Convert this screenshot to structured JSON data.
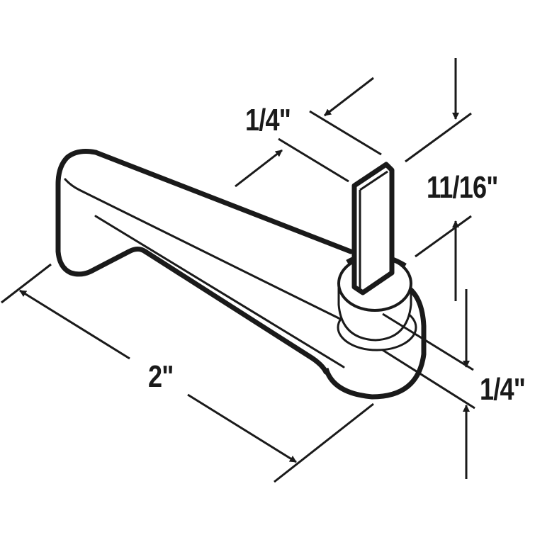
{
  "drawing": {
    "subject": "window crank handle / lever with square spline stem",
    "line_color": "#1a1a1a",
    "background": "#ffffff"
  },
  "dimensions": {
    "stem_width": {
      "label": "1/4\""
    },
    "stem_height": {
      "label": "11/16\""
    },
    "hub_height": {
      "label": "1/4\""
    },
    "handle_length": {
      "label": "2\""
    }
  }
}
